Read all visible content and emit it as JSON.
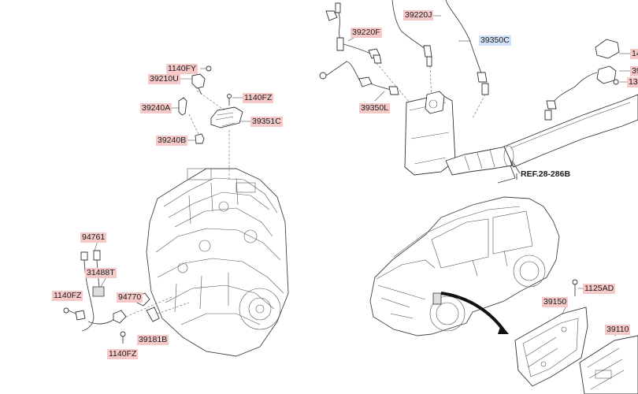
{
  "labels": {
    "l_1140FY": "1140FY",
    "l_39210U": "39210U",
    "l_39240A": "39240A",
    "l_39240B": "39240B",
    "l_1140FZ_top": "1140FZ",
    "l_39351C": "39351C",
    "l_39220J": "39220J",
    "l_39220F": "39220F",
    "l_39350C": "39350C",
    "l_39350L": "39350L",
    "l_ref": "REF.28-286B",
    "l_14_right": "14",
    "l_39_right": "39",
    "l_13_right": "13",
    "l_94761": "94761",
    "l_31488T": "31488T",
    "l_1140FZ_left": "1140FZ",
    "l_94770": "94770",
    "l_39181B": "39181B",
    "l_1140FZ_bottom": "1140FZ",
    "l_1125AD": "1125AD",
    "l_39150": "39150",
    "l_39110": "39110"
  },
  "colors": {
    "label_highlight": "#f6c9c9",
    "label_selected": "#cfe2f7",
    "line_art": "#333333"
  }
}
